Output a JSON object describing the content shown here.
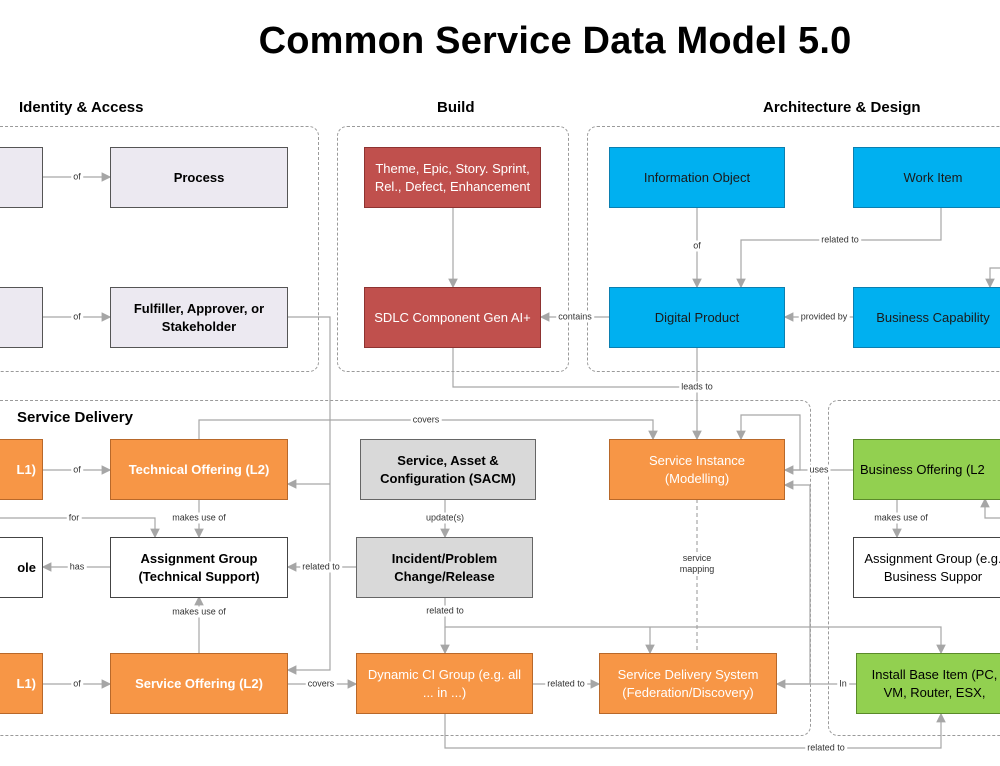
{
  "title": "Common Service Data Model 5.0",
  "sections": {
    "identity": "Identity & Access",
    "build": "Build",
    "architecture": "Architecture & Design",
    "service_delivery": "Service Delivery"
  },
  "boxes": {
    "process": "Process",
    "fulfiller": "Fulfiller, Approver, or Stakeholder",
    "theme": "Theme, Epic, Story. Sprint, Rel., Defect, Enhancement",
    "sdlc": "SDLC Component Gen AI+",
    "info_object": "Information Object",
    "work_item": "Work Item",
    "digital_product": "Digital Product",
    "business_capability": "Business Capability",
    "left_l1_top": "L1)",
    "technical_offering": "Technical Offering (L2)",
    "sacm": "Service, Asset & Configuration (SACM)",
    "service_instance": "Service Instance (Modelling)",
    "business_offering": "Business Offering (L2",
    "role": "ole",
    "assignment_group_tech": "Assignment Group (Technical Support)",
    "incident": "Incident/Problem Change/Release",
    "assignment_group_biz": "Assignment Group (e.g. Business Suppor",
    "left_l1_bottom": "L1)",
    "service_offering": "Service Offering (L2)",
    "dynamic_ci": "Dynamic CI Group (e.g. all ... in ...)",
    "service_delivery_system": "Service Delivery System (Federation/Discovery)",
    "install_base": "Install Base Item (PC, VM, Router, ESX,"
  },
  "labels": {
    "of_1": "of",
    "of_2": "of",
    "contains": "contains",
    "of_3": "of",
    "related_to_1": "related to",
    "provided_by": "provided by",
    "leads_to": "leads to",
    "covers_1": "covers",
    "of_4": "of",
    "uses": "uses",
    "for": "for",
    "makes_use_of_1": "makes use of",
    "update": "update(s)",
    "makes_use_of_2": "makes use of",
    "has": "has",
    "related_to_2": "related to",
    "service_mapping": "service mapping",
    "makes_use_of_3": "makes use of",
    "related_to_3": "related to",
    "of_5": "of",
    "covers_2": "covers",
    "related_to_4": "related to",
    "in": "In",
    "related_to_5": "related to"
  },
  "colors": {
    "lavender": "#ece9f1",
    "red": "#c0504d",
    "blue": "#00b0f0",
    "orange": "#f79646",
    "gray": "#d9d9d9",
    "green": "#92d050",
    "line": "#a6a6a6"
  }
}
